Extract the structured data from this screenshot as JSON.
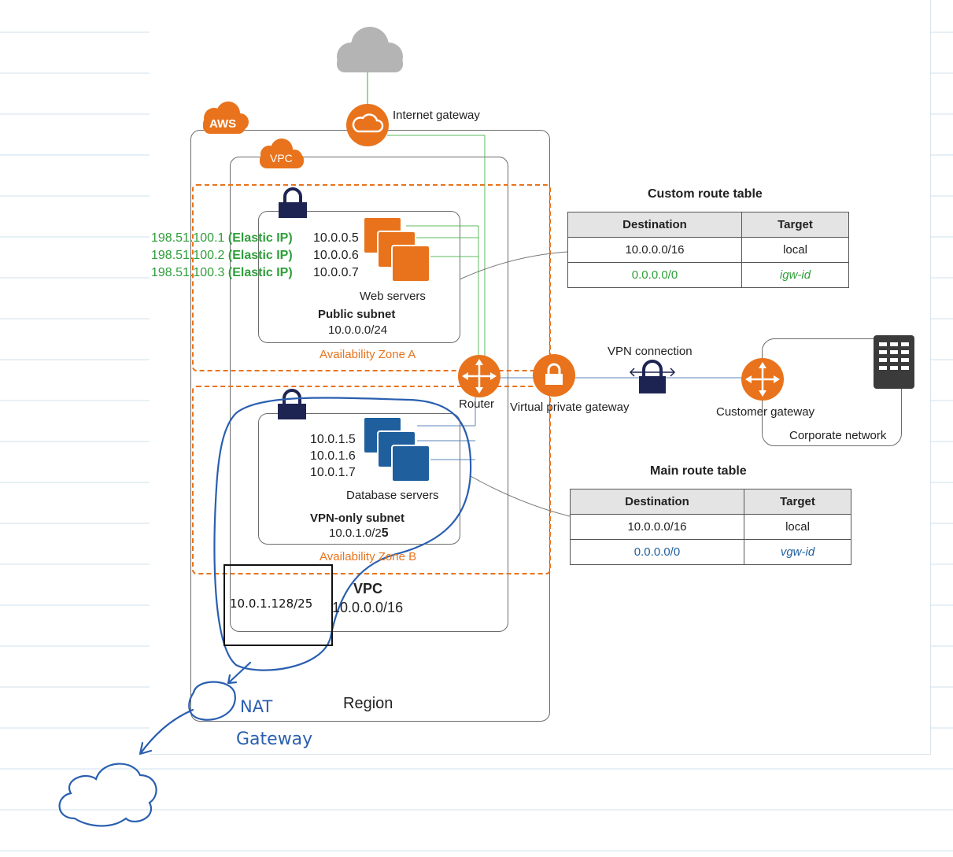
{
  "diagram": {
    "aws_badge": "AWS",
    "vpc_badge": "VPC",
    "internet_gateway": "Internet gateway",
    "public_subnet": {
      "ips": [
        "10.0.0.5",
        "10.0.0.6",
        "10.0.0.7"
      ],
      "elastic_ips": [
        {
          "ip": "198.51.100.1",
          "tag": "(Elastic IP)"
        },
        {
          "ip": "198.51.100.2",
          "tag": "(Elastic IP)"
        },
        {
          "ip": "198.51.100.3",
          "tag": "(Elastic IP)"
        }
      ],
      "servers_label": "Web servers",
      "name": "Public subnet",
      "cidr": "10.0.0.0/24",
      "zone": "Availability Zone A"
    },
    "vpn_subnet": {
      "ips": [
        "10.0.1.5",
        "10.0.1.6",
        "10.0.1.7"
      ],
      "servers_label": "Database servers",
      "name": "VPN-only subnet",
      "cidr": "10.0.1.0/2",
      "cidr_hand_digit": "5",
      "zone": "Availability Zone B"
    },
    "router": "Router",
    "virtual_private_gateway": "Virtual private gateway",
    "vpn_connection": "VPN connection",
    "customer_gateway": "Customer gateway",
    "corporate_network": "Corporate network",
    "vpc_label": "VPC",
    "vpc_cidr": "10.0.0.0/16",
    "region": "Region",
    "custom_route_table": {
      "title": "Custom route table",
      "headers": [
        "Destination",
        "Target"
      ],
      "rows": [
        [
          "10.0.0.0/16",
          "local"
        ],
        [
          "0.0.0.0/0",
          "igw-id"
        ]
      ]
    },
    "main_route_table": {
      "title": "Main route table",
      "headers": [
        "Destination",
        "Target"
      ],
      "rows": [
        [
          "10.0.0.0/16",
          "local"
        ],
        [
          "0.0.0.0/0",
          "vgw-id"
        ]
      ]
    },
    "colors": {
      "aws_orange": "#e8731c",
      "green": "#2e9e3a",
      "blue": "#1f5f9e",
      "ink": "#2a5fb0"
    }
  },
  "annotations": {
    "new_subnet": "10.0.1.128/25",
    "nat_line1": "NAT",
    "nat_line2": "Gateway"
  }
}
